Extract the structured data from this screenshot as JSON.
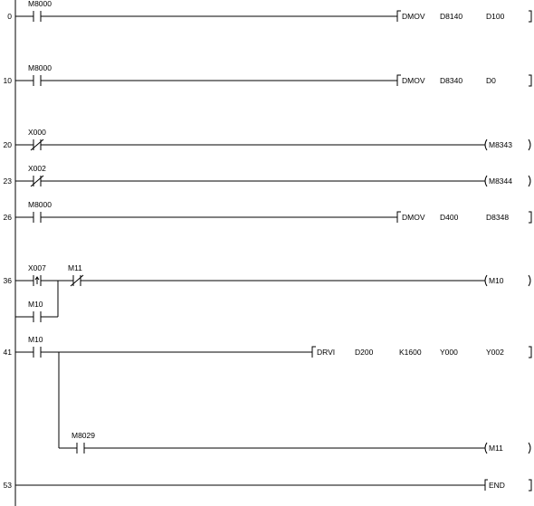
{
  "rungs": [
    {
      "step": "0",
      "contacts": [
        {
          "label": "M8000",
          "kind": "NO"
        }
      ],
      "branches": [],
      "outputs": [
        {
          "kind": "instruction",
          "operands": [
            "DMOV",
            "D8140",
            "D100"
          ]
        }
      ]
    },
    {
      "step": "10",
      "contacts": [
        {
          "label": "M8000",
          "kind": "NO"
        }
      ],
      "branches": [],
      "outputs": [
        {
          "kind": "instruction",
          "operands": [
            "DMOV",
            "D8340",
            "D0"
          ]
        }
      ]
    },
    {
      "step": "20",
      "contacts": [
        {
          "label": "X000",
          "kind": "NC"
        }
      ],
      "branches": [],
      "outputs": [
        {
          "kind": "coil",
          "operands": [
            "M8343"
          ]
        }
      ]
    },
    {
      "step": "23",
      "contacts": [
        {
          "label": "X002",
          "kind": "NC"
        }
      ],
      "branches": [],
      "outputs": [
        {
          "kind": "coil",
          "operands": [
            "M8344"
          ]
        }
      ]
    },
    {
      "step": "26",
      "contacts": [
        {
          "label": "M8000",
          "kind": "NO"
        }
      ],
      "branches": [],
      "outputs": [
        {
          "kind": "instruction",
          "operands": [
            "DMOV",
            "D400",
            "D8348"
          ]
        }
      ]
    },
    {
      "step": "36",
      "contacts": [
        {
          "label": "X007",
          "kind": "PULSE"
        },
        {
          "label": "M11",
          "kind": "NC"
        }
      ],
      "branches": [
        {
          "label": "M10",
          "kind": "NO"
        }
      ],
      "outputs": [
        {
          "kind": "coil",
          "operands": [
            "M10"
          ]
        }
      ]
    },
    {
      "step": "41",
      "contacts": [
        {
          "label": "M10",
          "kind": "NO"
        }
      ],
      "branches": [
        {
          "label": "M8029",
          "kind": "NO"
        }
      ],
      "outputs": [
        {
          "kind": "instruction",
          "operands": [
            "DRVI",
            "D200",
            "K1600",
            "Y000",
            "Y002"
          ]
        },
        {
          "kind": "coil",
          "operands": [
            "M11"
          ]
        }
      ]
    },
    {
      "step": "53",
      "contacts": [],
      "branches": [],
      "outputs": [
        {
          "kind": "end",
          "operands": [
            "END"
          ]
        }
      ]
    }
  ]
}
